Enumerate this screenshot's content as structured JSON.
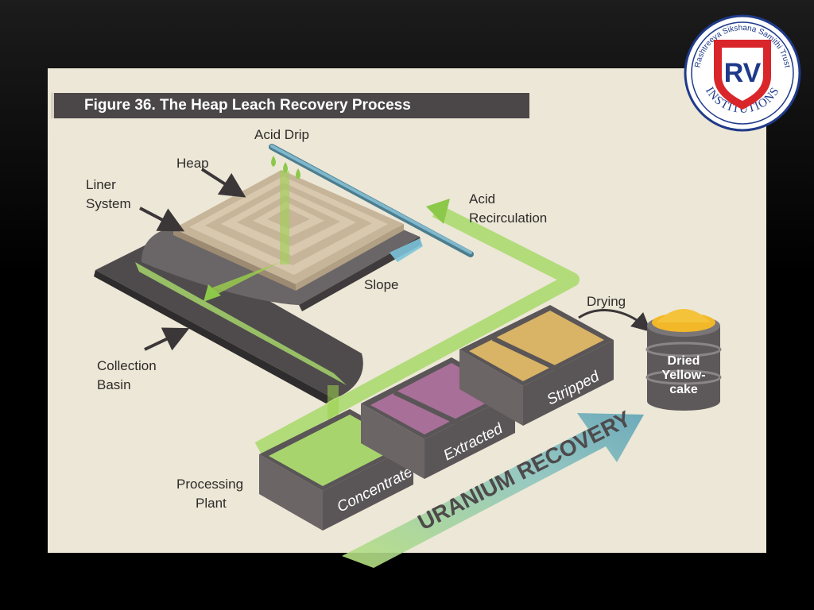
{
  "figure": {
    "title": "Figure 36. The Heap Leach Recovery Process",
    "labels": {
      "acid_drip": "Acid Drip",
      "heap": "Heap",
      "liner_1": "Liner",
      "liner_2": "System",
      "acid_recirc_1": "Acid",
      "acid_recirc_2": "Recirculation",
      "slope": "Slope",
      "drying": "Drying",
      "collection_1": "Collection",
      "collection_2": "Basin",
      "processing_1": "Processing",
      "processing_2": "Plant"
    },
    "tanks": {
      "concentrated": "Concentrated",
      "extracted": "Extracted",
      "stripped": "Stripped"
    },
    "yellowcake": {
      "line1": "Dried",
      "line2": "Yellow-",
      "line3": "cake"
    },
    "recovery_arrow": "URANIUM RECOVERY"
  },
  "logo": {
    "arc_text": "Rashtreeya Sikshana Samithi Trust",
    "initials": "RV",
    "bottom_text": "INSTITUTIONS"
  },
  "colors": {
    "panel": "#ece7d6",
    "title_bar": "#4b4748",
    "solution_green": "#9bd14b",
    "extracted_purple": "#a46b92",
    "stripped_gold": "#d6b063",
    "yellowcake": "#f2b82a",
    "pipe_blue": "#6aa8bf",
    "logo_blue": "#1f3a8a",
    "logo_red": "#d9262b"
  }
}
